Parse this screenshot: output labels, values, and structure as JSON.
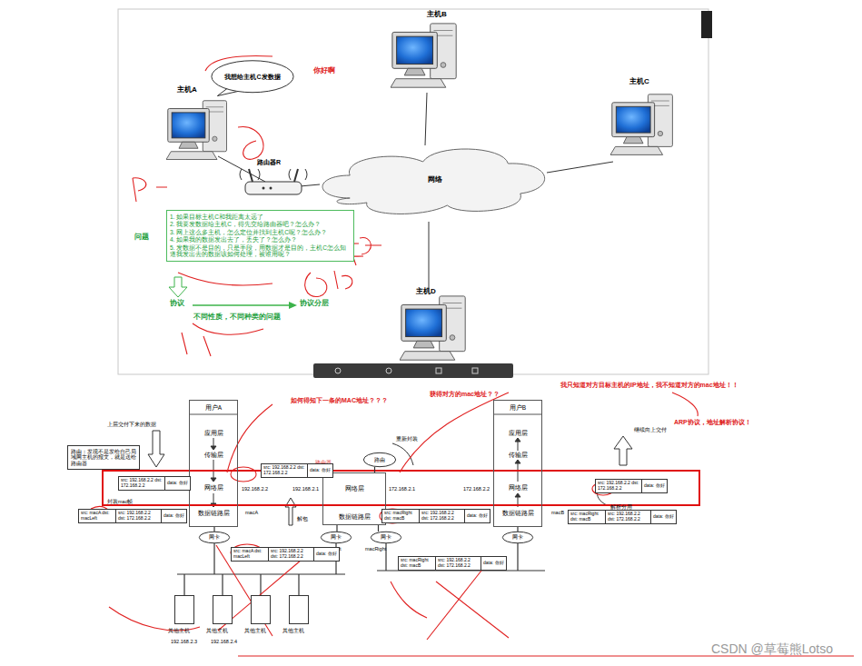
{
  "diagram": {
    "nodes": [
      {
        "text": [
          "我想给主机C发数据"
        ]
      },
      {
        "text": [
          "网络"
        ]
      },
      {
        "text": [
          "1. 如果目标主机C和我距离太远了",
          "2. 我要发数据给主机C，得先交给路由器吧？怎么办？",
          "3. 网上这么多主机，怎么定位并找到主机C呢？怎么办？",
          "4. 如果我的数据发出去了，丢失了？怎么办？",
          "5. 发数据不是目的，只是手段，用数据才是目的，主机C怎么知道我发出去的数据该如何处理，被谁用呢？"
        ]
      },
      {
        "text": [
          "用户A",
          "应用层",
          "传输层",
          "网络层",
          "数据链路层"
        ]
      },
      {
        "text": [
          "网卡"
        ]
      },
      {
        "text": [
          "路由"
        ]
      },
      {
        "text": [
          "网络层",
          "数据链路层"
        ]
      },
      {
        "text": [
          "网卡"
        ]
      },
      {
        "text": [
          "网卡"
        ]
      },
      {
        "text": [
          "用户B",
          "应用层",
          "传输层",
          "网络层",
          "数据链路层"
        ]
      },
      {
        "text": [
          "网卡"
        ]
      },
      {
        "text": [
          "路由：发现不是发给自己局域网主机的报文，就是送给路由器"
        ]
      },
      {
        "text": [
          "src: 192.168.2.2 dst: 172.168.2.2",
          "data: 你好"
        ]
      },
      {
        "text": [
          "src: macA dst: macLeft",
          "src: 192.168.2.2 dst: 172.168.2.2",
          "data: 你好"
        ]
      },
      {
        "text": [
          "src: 192.168.2.2 dst: 172.168.2.2",
          "data: 你好"
        ]
      },
      {
        "text": [
          "src: macA dst: macLeft",
          "src: 192.168.2.2 dst: 172.168.2.2",
          "data: 你好"
        ]
      },
      {
        "text": [
          "src: macRight dst: macB",
          "src: 192.168.2.2 dst: 172.168.2.2",
          "data: 你好"
        ]
      },
      {
        "text": [
          "src: macRight dst: macB",
          "src: 192.168.2.2 dst: 172.168.2.2",
          "data: 你好"
        ]
      },
      {
        "text": [
          "src: 192.168.2.2 dst: 172.168.2.2",
          "data: 你好"
        ]
      },
      {
        "text": [
          "src: macRight dst: macB",
          "src: 192.168.2.2 dst: 172.168.2.2",
          "data: 你好"
        ]
      },
      {
        "text": [
          "其他主机"
        ]
      },
      {
        "text": [
          "其他主机"
        ]
      },
      {
        "text": [
          "其他主机"
        ]
      },
      {
        "text": [
          "其他主机"
        ]
      }
    ],
    "edges": [
      {
        "from": 3,
        "to": 4,
        "arrow": "none"
      },
      {
        "from": 5,
        "to": 6,
        "arrow": "none"
      },
      {
        "from": 6,
        "to": 7,
        "arrow": "none"
      },
      {
        "from": 6,
        "to": 8,
        "arrow": "none"
      },
      {
        "from": 9,
        "to": 10,
        "arrow": "none"
      }
    ],
    "labels": [
      "主机B",
      "你好啊",
      "主机A",
      "主机C",
      "路由器R",
      "问题",
      "主机D",
      "协议",
      "协议分层",
      "不同性质，不同种类的问题",
      "我只知道对方目标主机的IP地址，我不知道对方的mac地址！！",
      "获得对方的mac地址？？",
      "如何得知下一条的MAC地址？？？",
      "ARP协议，地址解析协议！",
      "上层交付下来的数据",
      "继续向上交付",
      "重新封装",
      "路由器",
      "192.168.2.2",
      "192.168.2.1",
      "172.168.2.1",
      "172.168.2.2",
      "封装mac帧",
      "解析分用",
      "macA",
      "macB",
      "解包",
      "macLeft",
      "macRight",
      "192.168.2.3",
      "192.168.2.4",
      "CSDN @草莓熊Lotso"
    ]
  }
}
